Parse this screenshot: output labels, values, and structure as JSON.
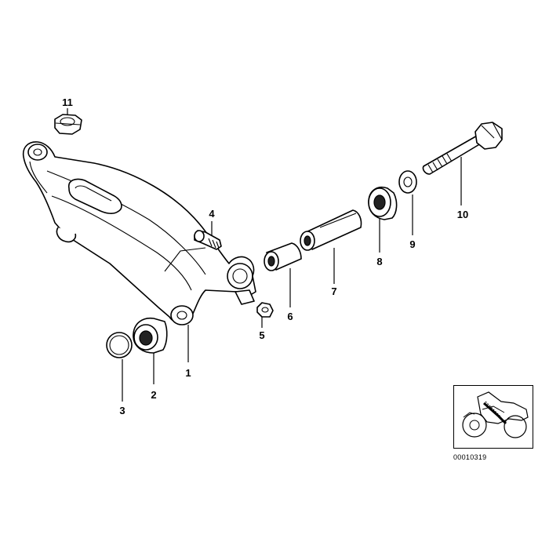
{
  "diagram": {
    "callouts": [
      "1",
      "2",
      "3",
      "4",
      "5",
      "6",
      "7",
      "8",
      "9",
      "10",
      "11"
    ],
    "inset_code": "00010319"
  }
}
